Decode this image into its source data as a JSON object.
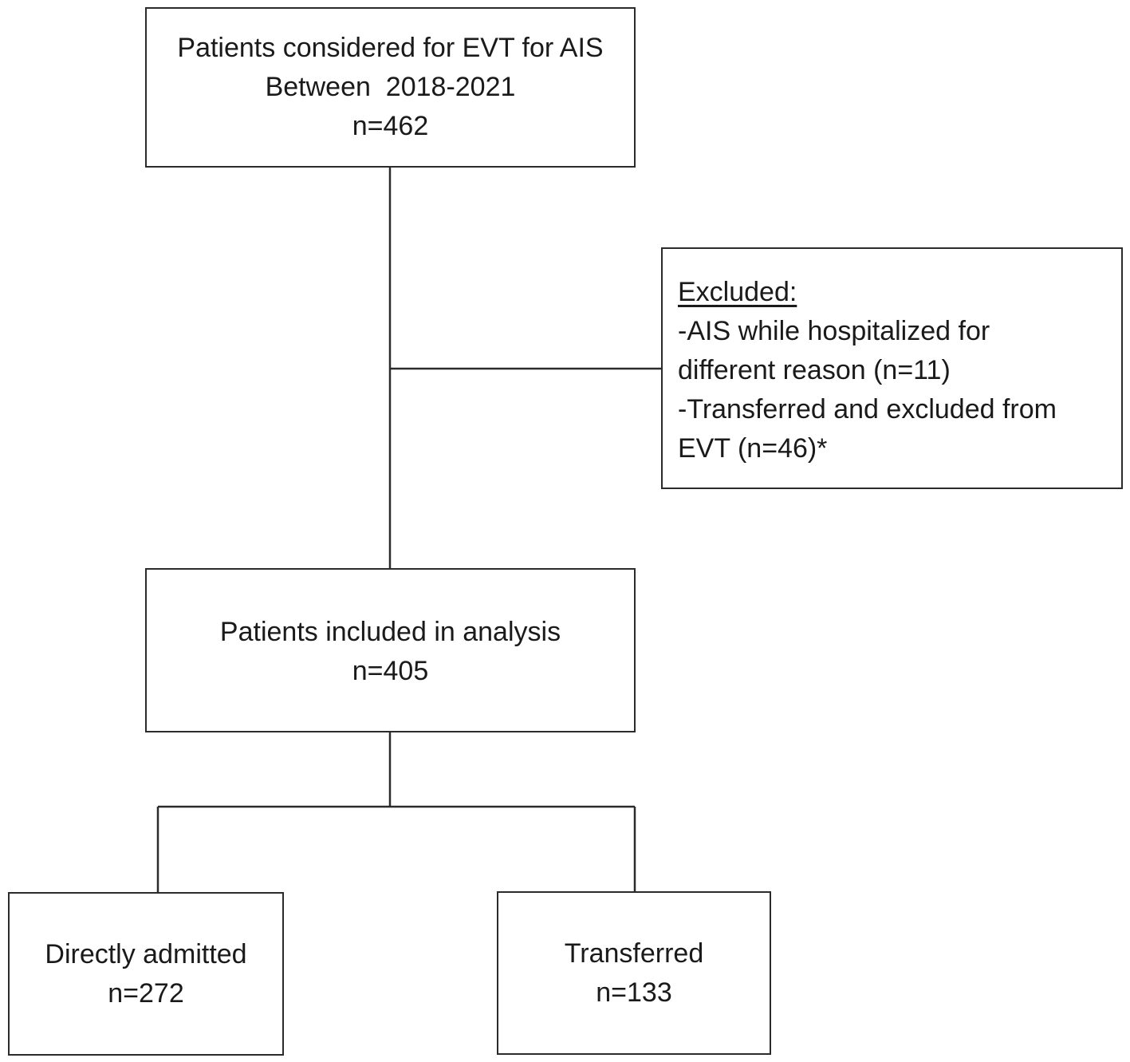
{
  "flowchart": {
    "considered": {
      "lines": [
        "Patients considered for EVT for AIS",
        "Between  2018-2021",
        "n=462"
      ]
    },
    "excluded": {
      "heading": "Excluded:",
      "lines": [
        "-AIS while hospitalized for",
        "different reason (n=11)",
        "-Transferred and excluded from",
        "EVT (n=46)*"
      ]
    },
    "included": {
      "lines": [
        "Patients included in analysis",
        "n=405"
      ]
    },
    "direct": {
      "lines": [
        "Directly admitted",
        "n=272"
      ]
    },
    "transferred": {
      "lines": [
        "Transferred",
        "n=133"
      ]
    }
  },
  "colors": {
    "line": "#2b2b2b",
    "background": "#ffffff",
    "text": "#1a1a1a"
  }
}
